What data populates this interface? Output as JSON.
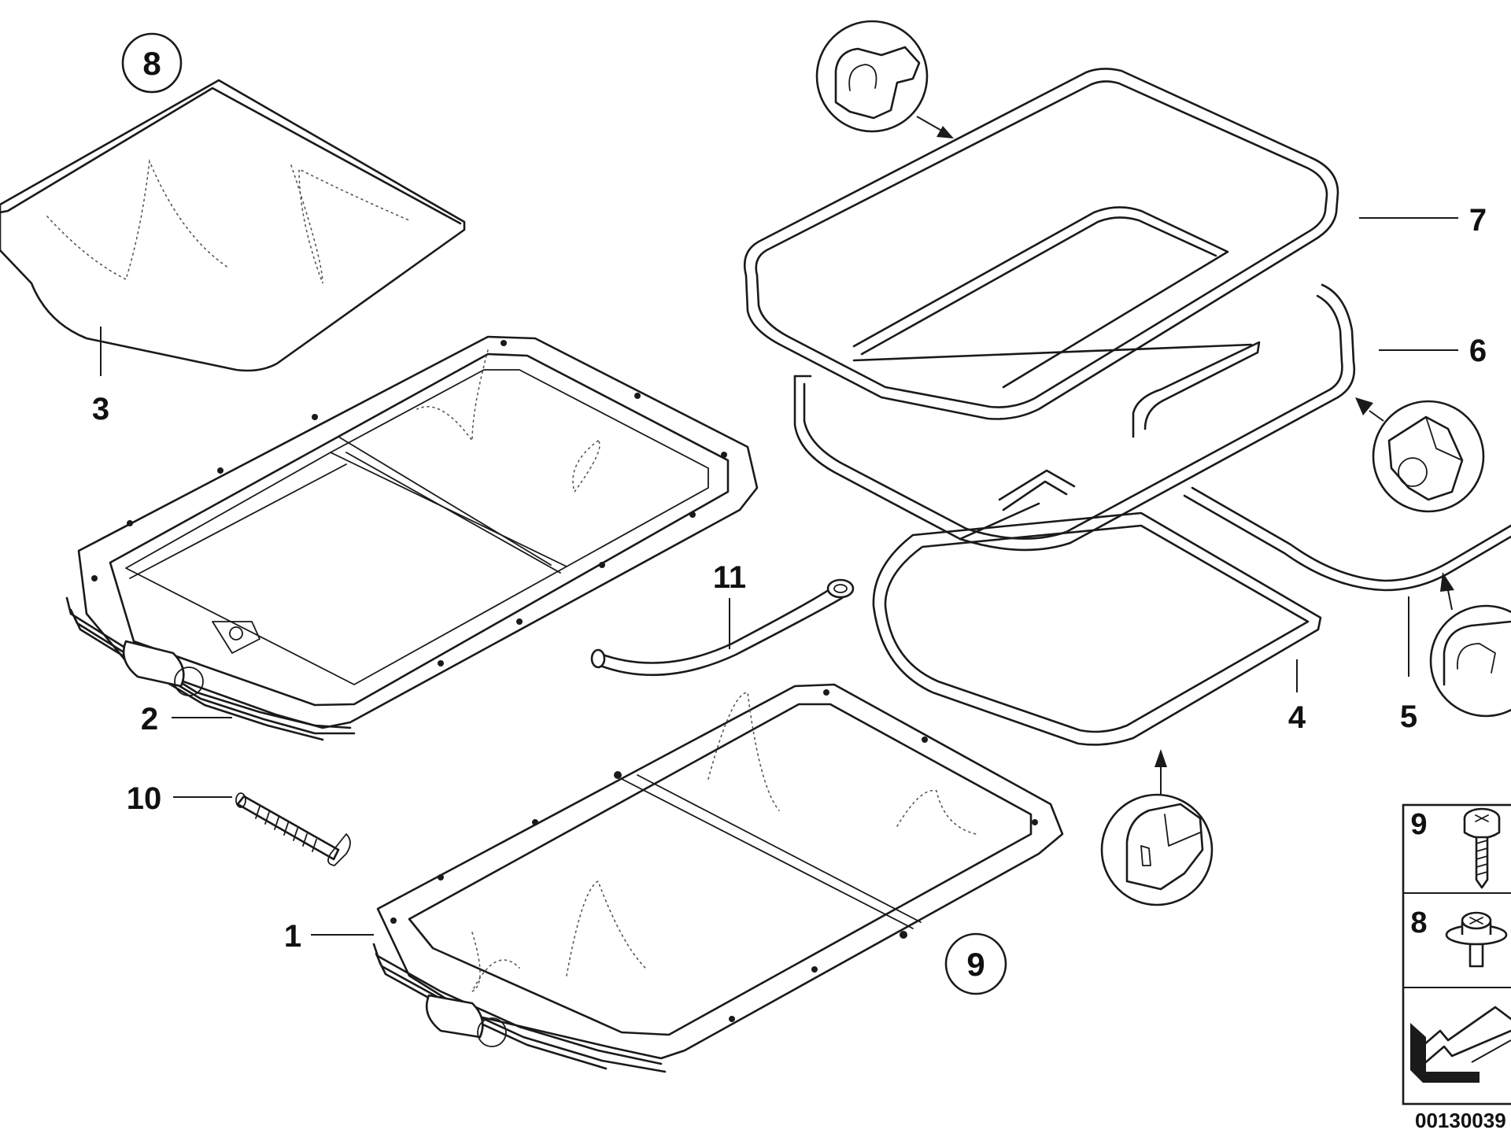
{
  "diagram": {
    "callouts": {
      "c1": "1",
      "c2": "2",
      "c3": "3",
      "c4": "4",
      "c5": "5",
      "c6": "6",
      "c7": "7",
      "c10": "10",
      "c11": "11"
    },
    "circled": {
      "top_left": "8",
      "bottom_center": "9"
    },
    "legend": {
      "screw_label": "9",
      "nut_label": "8"
    },
    "part_number": "00130039"
  },
  "icons": [
    "seal-profile-detail-icon",
    "screw-icon",
    "nut-icon",
    "direction-arrow-icon"
  ]
}
